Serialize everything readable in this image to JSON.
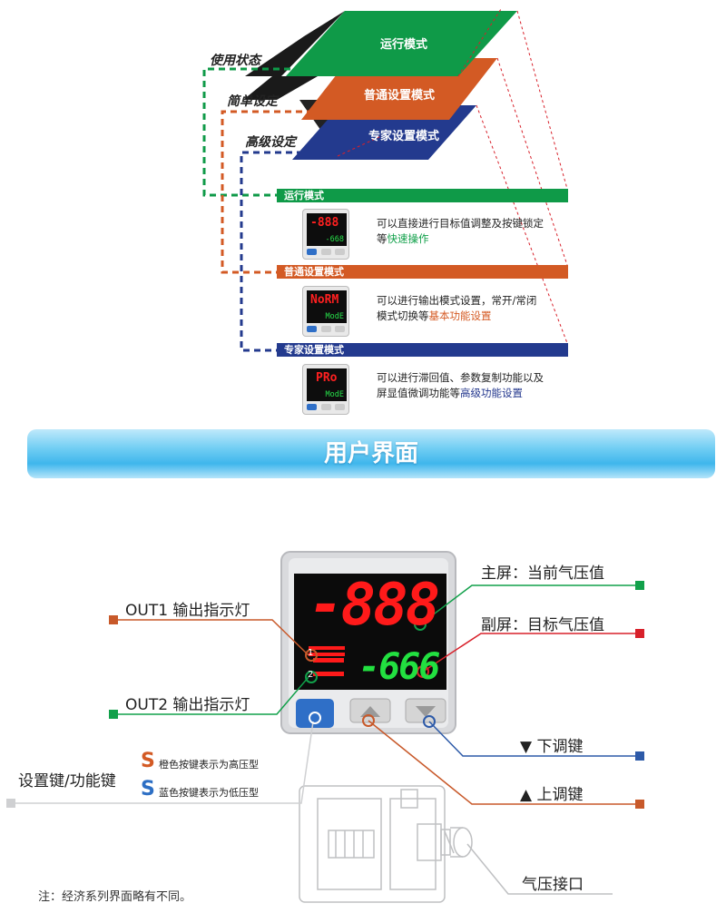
{
  "top": {
    "plates": [
      {
        "label": "运行模式",
        "color": "#0f9a48"
      },
      {
        "label": "普通设置模式",
        "color": "#d35a24"
      },
      {
        "label": "专家设置模式",
        "color": "#233a8e"
      }
    ],
    "levels": [
      "使用状态",
      "简单设定",
      "高级设定"
    ]
  },
  "modes": [
    {
      "title": "运行模式",
      "color": "#0f9a48",
      "desc": "可以直接进行目标值调整及按键锁定",
      "desc2": "等",
      "highlight": "快速操作",
      "screen_top": "-888",
      "screen_bottom": "-668"
    },
    {
      "title": "普通设置模式",
      "color": "#d35a24",
      "desc": "可以进行输出模式设置，常开/常闭",
      "desc2": "模式切换等",
      "highlight": "基本功能设置",
      "screen_top": "NoRM",
      "screen_bottom": "ModE"
    },
    {
      "title": "专家设置模式",
      "color": "#233a8e",
      "desc": "可以进行滞回值、参数复制功能以及",
      "desc2": "屏显值微调功能等",
      "highlight": "高级功能设置",
      "screen_top": "PRo",
      "screen_bottom": "ModE"
    }
  ],
  "banner": {
    "title": "用户界面"
  },
  "device": {
    "main_display": "-888",
    "sub_display": "-666",
    "led1": "1",
    "led2": "2"
  },
  "callouts": {
    "main_screen": "主屏：当前气压值",
    "sub_screen": "副屏：目标气压值",
    "out1": "OUT1 输出指示灯",
    "out2": "OUT2 输出指示灯",
    "down_key": "▼ 下调键",
    "up_key": "▲ 上调键",
    "set_key": "设置键/功能键",
    "s_orange_letter": "S",
    "s_orange_text": "橙色按键表示为高压型",
    "s_blue_letter": "S",
    "s_blue_text": "蓝色按键表示为低压型",
    "port": "气压接口"
  },
  "note": "注：经济系列界面略有不同。",
  "colors": {
    "green": "#0f9a48",
    "orange": "#d35a24",
    "blue": "#233a8e",
    "callout_green": "#11a04a",
    "callout_red": "#d8202a",
    "callout_orange": "#c8592a",
    "callout_blue": "#2d5aa8"
  }
}
